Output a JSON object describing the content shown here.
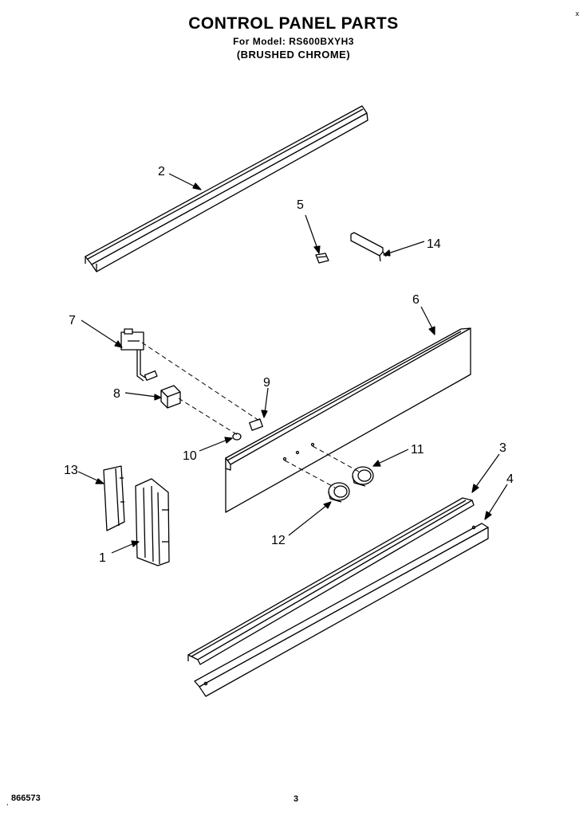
{
  "header": {
    "title": "CONTROL PANEL PARTS",
    "model_line": "For Model: RS600BXYH3",
    "finish": "(BRUSHED CHROME)",
    "corner_mark": "x"
  },
  "callouts": [
    "1",
    "2",
    "3",
    "4",
    "5",
    "6",
    "7",
    "8",
    "9",
    "10",
    "11",
    "12",
    "13",
    "14"
  ],
  "footer": {
    "doc_number": "866573",
    "page_number": "3",
    "tick": ","
  }
}
